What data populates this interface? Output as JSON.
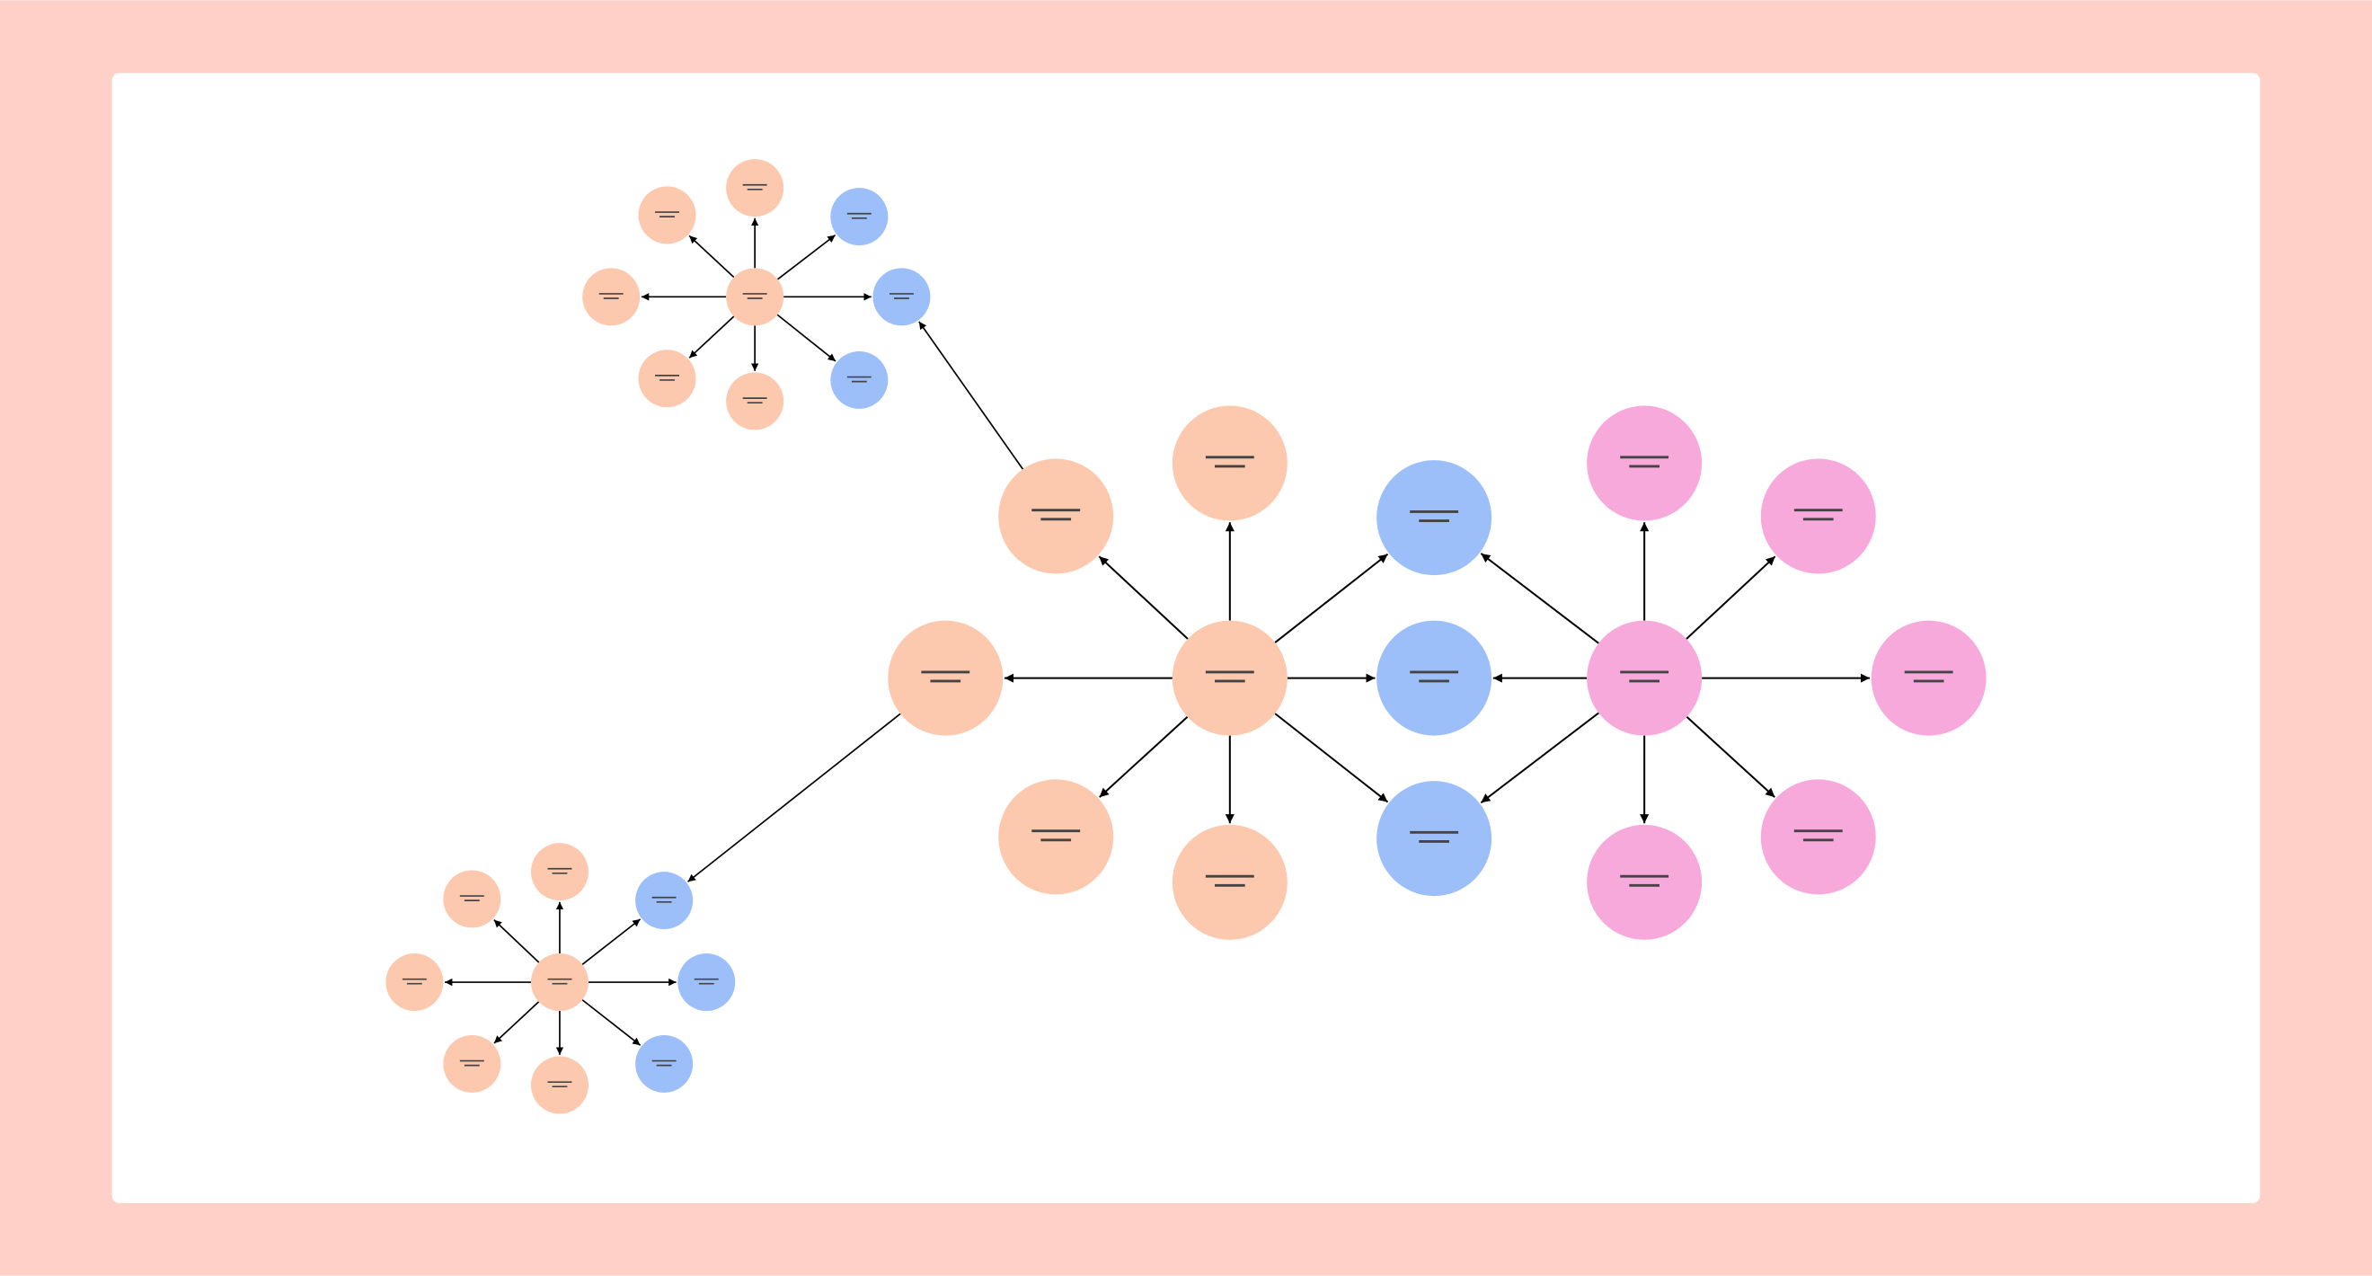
{
  "colors": {
    "background": "#FFD0C7",
    "canvas": "#FFFFFF",
    "peach": "#FCC8AE",
    "blue": "#9CBFFA",
    "pink": "#F8A9DC",
    "edge": "#000000",
    "placeholder_text": "#444444"
  },
  "nodes": [
    {
      "id": "A",
      "color": "peach"
    },
    {
      "id": "A1",
      "color": "peach"
    },
    {
      "id": "A2",
      "color": "peach"
    },
    {
      "id": "A3",
      "color": "peach"
    },
    {
      "id": "A4",
      "color": "peach"
    },
    {
      "id": "A5",
      "color": "peach"
    },
    {
      "id": "M1",
      "color": "blue"
    },
    {
      "id": "M2",
      "color": "blue"
    },
    {
      "id": "M3",
      "color": "blue"
    },
    {
      "id": "B",
      "color": "pink"
    },
    {
      "id": "B1",
      "color": "pink"
    },
    {
      "id": "B2",
      "color": "pink"
    },
    {
      "id": "B3",
      "color": "pink"
    },
    {
      "id": "B4",
      "color": "pink"
    },
    {
      "id": "B5",
      "color": "pink"
    },
    {
      "id": "S",
      "color": "peach"
    },
    {
      "id": "S1",
      "color": "peach"
    },
    {
      "id": "S2",
      "color": "peach"
    },
    {
      "id": "S3",
      "color": "peach"
    },
    {
      "id": "S4",
      "color": "peach"
    },
    {
      "id": "S5",
      "color": "peach"
    },
    {
      "id": "S6",
      "color": "blue"
    },
    {
      "id": "S7",
      "color": "blue"
    },
    {
      "id": "S8",
      "color": "blue"
    },
    {
      "id": "T",
      "color": "peach"
    },
    {
      "id": "T1",
      "color": "peach"
    },
    {
      "id": "T2",
      "color": "peach"
    },
    {
      "id": "T3",
      "color": "peach"
    },
    {
      "id": "T4",
      "color": "peach"
    },
    {
      "id": "T5",
      "color": "peach"
    },
    {
      "id": "T6",
      "color": "blue"
    },
    {
      "id": "T7",
      "color": "blue"
    },
    {
      "id": "T8",
      "color": "blue"
    }
  ],
  "edges": [
    [
      "A",
      "A1"
    ],
    [
      "A",
      "A2"
    ],
    [
      "A",
      "A3"
    ],
    [
      "A",
      "A4"
    ],
    [
      "A",
      "A5"
    ],
    [
      "A",
      "M1"
    ],
    [
      "A",
      "M2"
    ],
    [
      "A",
      "M3"
    ],
    [
      "B",
      "B1"
    ],
    [
      "B",
      "B2"
    ],
    [
      "B",
      "B3"
    ],
    [
      "B",
      "B4"
    ],
    [
      "B",
      "B5"
    ],
    [
      "B",
      "M1"
    ],
    [
      "B",
      "M2"
    ],
    [
      "B",
      "M3"
    ],
    [
      "A1",
      "S7"
    ],
    [
      "A3",
      "T6"
    ],
    [
      "S",
      "S1"
    ],
    [
      "S",
      "S2"
    ],
    [
      "S",
      "S3"
    ],
    [
      "S",
      "S4"
    ],
    [
      "S",
      "S5"
    ],
    [
      "S",
      "S6"
    ],
    [
      "S",
      "S7"
    ],
    [
      "S",
      "S8"
    ],
    [
      "T",
      "T1"
    ],
    [
      "T",
      "T2"
    ],
    [
      "T",
      "T3"
    ],
    [
      "T",
      "T4"
    ],
    [
      "T",
      "T5"
    ],
    [
      "T",
      "T6"
    ],
    [
      "T",
      "T7"
    ],
    [
      "T",
      "T8"
    ]
  ]
}
